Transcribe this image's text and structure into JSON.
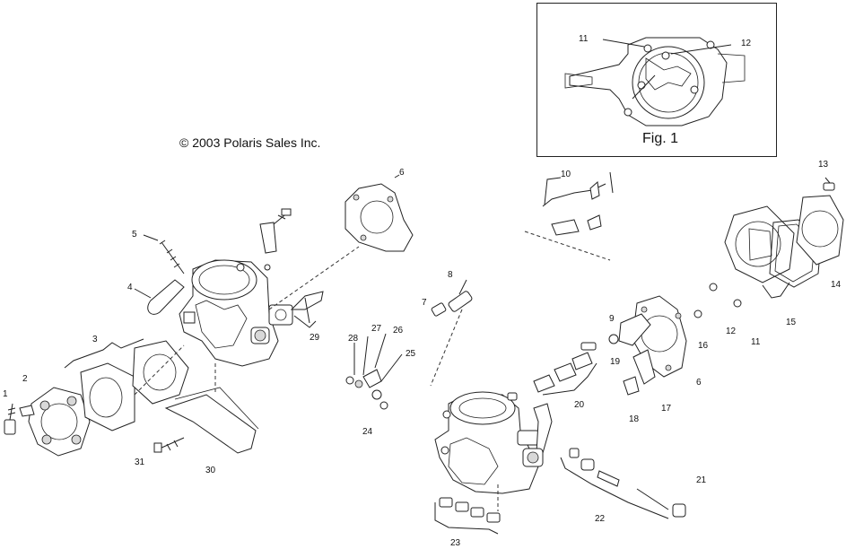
{
  "copyright": "© 2003 Polaris Sales Inc.",
  "figure": {
    "caption": "Fig. 1",
    "callouts": [
      "11",
      "12"
    ]
  },
  "callouts": {
    "c1": "1",
    "c2": "2",
    "c3": "3",
    "c4": "4",
    "c5": "5",
    "c6_top": "6",
    "c7": "7",
    "c8": "8",
    "c9": "9",
    "c10": "10",
    "c11": "11",
    "c12a": "12",
    "c12b": "12",
    "c13": "13",
    "c14": "14",
    "c15": "15",
    "c16": "16",
    "c17": "17",
    "c18": "18",
    "c19": "19",
    "c20": "20",
    "c21": "21",
    "c22": "22",
    "c23": "23",
    "c24": "24",
    "c25": "25",
    "c26": "26",
    "c27": "27",
    "c28": "28",
    "c29": "29",
    "c30": "30",
    "c31": "31",
    "c6_right": "6"
  }
}
